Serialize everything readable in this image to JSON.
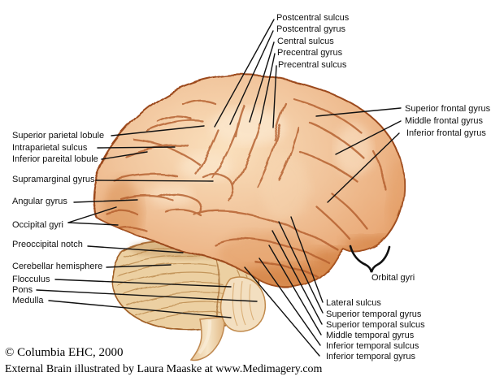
{
  "labels": {
    "postcentral_sulcus": "Postcentral sulcus",
    "postcentral_gyrus": "Postcentral gyrus",
    "central_sulcus": "Central sulcus",
    "precentral_gyrus": "Precentral gyrus",
    "precentral_sulcus": "Precentral sulcus",
    "superior_frontal_gyrus": "Superior frontal gyrus",
    "middle_frontal_gyrus": "Middle frontal gyrus",
    "inferior_frontal_gyrus": "Inferior frontal gyrus",
    "superior_parietal_lobule": "Superior parietal lobule",
    "intraparietal_sulcus": "Intraparietal sulcus",
    "inferior_pareital_lobule": "Inferior pareital lobule",
    "supramarginal_gyrus": "Supramarginal gyrus",
    "angular_gyrus": "Angular gyrus",
    "occipital_gyri": "Occipital gyri",
    "preoccipital_notch": "Preoccipital notch",
    "cerebellar_hemisphere": "Cerebellar hemisphere",
    "flocculus": "Flocculus",
    "pons": "Pons",
    "medulla": "Medulla",
    "orbital_gyri": "Orbital gyri",
    "lateral_sulcus": "Lateral sulcus",
    "superior_temporal_gyrus": "Superior temporal gyrus",
    "superior_temporal_sulcus": "Superior temporal sulcus",
    "middle_temporal_gyrus": "Middle temporal gyrus",
    "inferior_temporal_sulcus": "Inferior temporal sulcus",
    "inferior_temporal_gyrus": "Inferior temporal gyrus"
  },
  "credits": {
    "line1": "© Columbia EHC, 2000",
    "line2": "External Brain illustrated by Laura Maaske at www.Medimagery.com"
  },
  "colors": {
    "brain_base": "#f0c29c",
    "brain_highlight": "#fae3c6",
    "brain_shadow": "#d98c52",
    "sulcus_line": "#b25c2b",
    "outline": "#9c4a1d",
    "cerebellum_base": "#ecd0a2",
    "cerebellum_striation": "#bd8c4f",
    "brainstem": "#f3dfc0",
    "leader_line": "#111111",
    "label_text": "#111111",
    "background": "#ffffff"
  }
}
